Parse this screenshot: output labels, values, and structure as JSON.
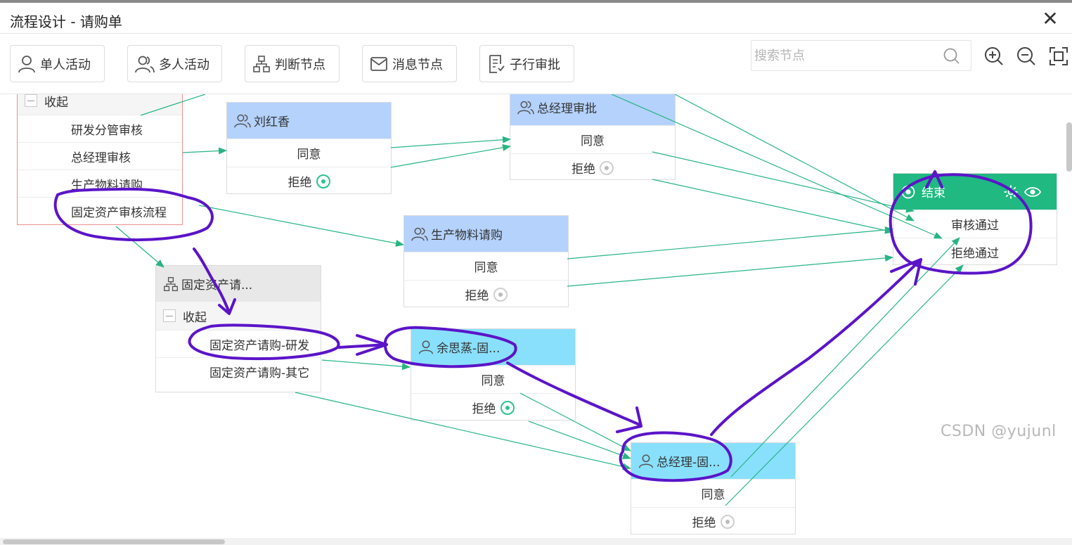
{
  "window": {
    "title": "流程设计 - 请购单",
    "close_glyph": "✕"
  },
  "toolbar": {
    "buttons": [
      {
        "label": "单人活动",
        "icon": "single-user-icon"
      },
      {
        "label": "多人活动",
        "icon": "multi-user-icon"
      },
      {
        "label": "判断节点",
        "icon": "branch-node-icon"
      },
      {
        "label": "消息节点",
        "icon": "envelope-icon"
      },
      {
        "label": "子行审批",
        "icon": "document-icon"
      }
    ],
    "search_placeholder": "搜索节点",
    "tools": [
      "zoom-in-icon",
      "zoom-out-icon",
      "fit-screen-icon"
    ]
  },
  "colors": {
    "multi_head": "#b4d2fc",
    "single_head": "#89e0fc",
    "end_head": "#1fb981",
    "edge": "#27b583",
    "ink": "#5b14c8"
  },
  "nodes": {
    "top_branch": {
      "collapse_label": "收起",
      "rows": [
        "研发分管审核",
        "总经理审核",
        "生产物料请购",
        "固定资产审核流程"
      ]
    },
    "liu": {
      "title": "刘红香",
      "agree": "同意",
      "reject": "拒绝"
    },
    "gm_approve": {
      "title": "总经理审批",
      "agree": "同意",
      "reject": "拒绝"
    },
    "material": {
      "title": "生产物料请购",
      "agree": "同意",
      "reject": "拒绝"
    },
    "asset_branch": {
      "title": "固定资产请...",
      "collapse_label": "收起",
      "rows": [
        "固定资产请购-研发",
        "固定资产请购-其它"
      ]
    },
    "yu": {
      "title": "余思蒸-固...",
      "agree": "同意",
      "reject": "拒绝"
    },
    "gm_asset": {
      "title": "总经理-固...",
      "agree": "同意",
      "reject": "拒绝"
    },
    "end": {
      "title": "结束",
      "pass": "审核通过",
      "reject_pass": "拒绝通过"
    }
  },
  "watermark": "CSDN @yujunl"
}
